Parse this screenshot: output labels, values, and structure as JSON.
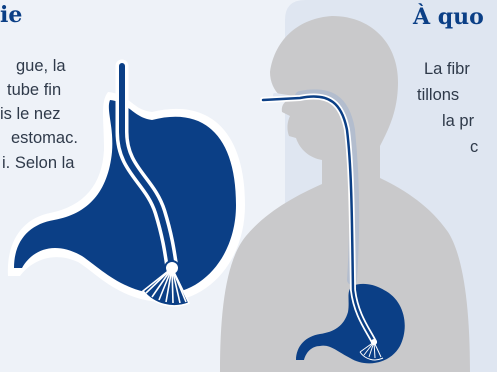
{
  "left_heading": "ie",
  "left_lines": [
    "gue, la",
    "tube fin",
    "is le nez",
    "estomac.",
    "i. Selon la"
  ],
  "right_heading": "À quo",
  "right_lines": [
    "La fibr",
    "tillons",
    "la pr",
    "c"
  ],
  "colors": {
    "navy": "#0b3f86",
    "silhouette": "#c9c9cb",
    "panel": "#dfe6f1",
    "background": "#eef2f8"
  }
}
